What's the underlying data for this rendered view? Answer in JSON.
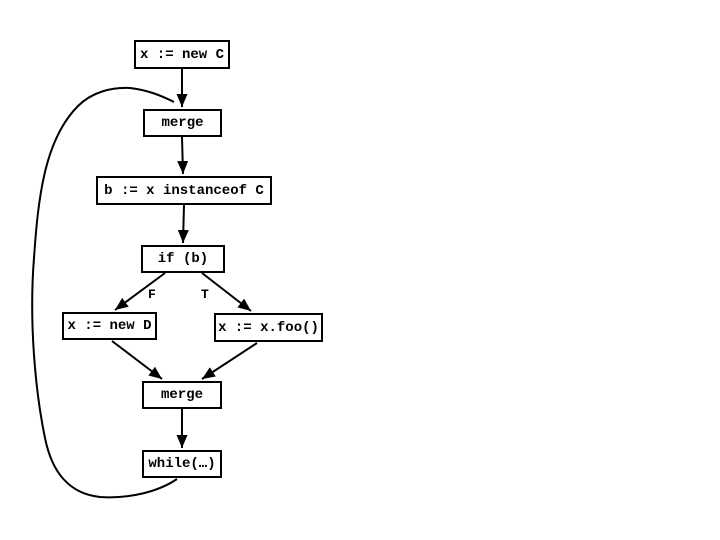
{
  "figure": {
    "type": "flowchart",
    "background_color": "#ffffff",
    "line_color": "#000000",
    "nodes": [
      {
        "label": "x := new C"
      },
      {
        "label": "merge"
      },
      {
        "label": "b := x instanceof C"
      },
      {
        "label": "if (b)"
      },
      {
        "label": "x := new D"
      },
      {
        "label": "x := x.foo()"
      },
      {
        "label": "merge"
      },
      {
        "label": "while(…)"
      }
    ],
    "branch_labels": {
      "false": "F",
      "true": "T"
    },
    "edges": [
      "x := new C -> merge",
      "merge -> b := x instanceof C",
      "b := x instanceof C -> if (b)",
      "if (b) -F-> x := new D",
      "if (b) -T-> x := x.foo()",
      "x := new D -> merge (bottom)",
      "x := x.foo() -> merge (bottom)",
      "merge (bottom) -> while(…)",
      "while(…) -> merge (top, loop back edge)"
    ]
  }
}
